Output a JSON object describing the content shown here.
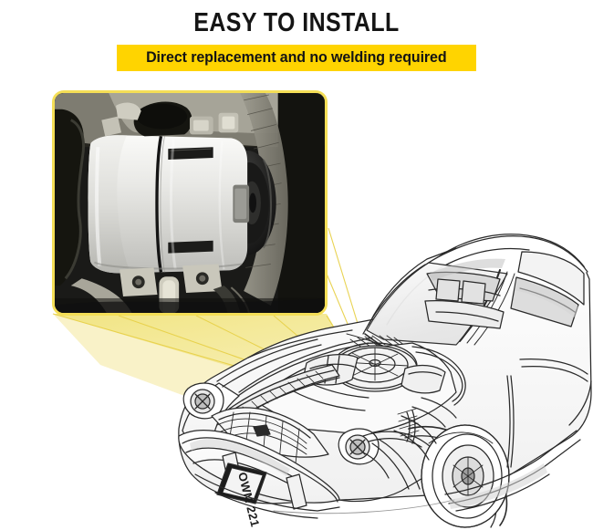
{
  "heading": {
    "title": "EASY TO INSTALL",
    "banner_text": "Direct replacement and no welding required"
  },
  "colors": {
    "banner_yellow": "#FFD400",
    "frame_yellow": "#F4DE56",
    "beam_yellow": "#F2E27A",
    "title_black": "#151515",
    "page_background": "#FFFFFF",
    "line_art_ink": "#2A2A2A"
  },
  "inset": {
    "label": "Close-up photo of installed A/C compressor on engine",
    "frame_border_color": "#F4DE56",
    "subject": "ac-compressor"
  },
  "illustration": {
    "label": "Cutaway line drawing of car engine bay",
    "license_plate": "OWM 221",
    "callout_target": "engine-bay-compressor-location"
  }
}
